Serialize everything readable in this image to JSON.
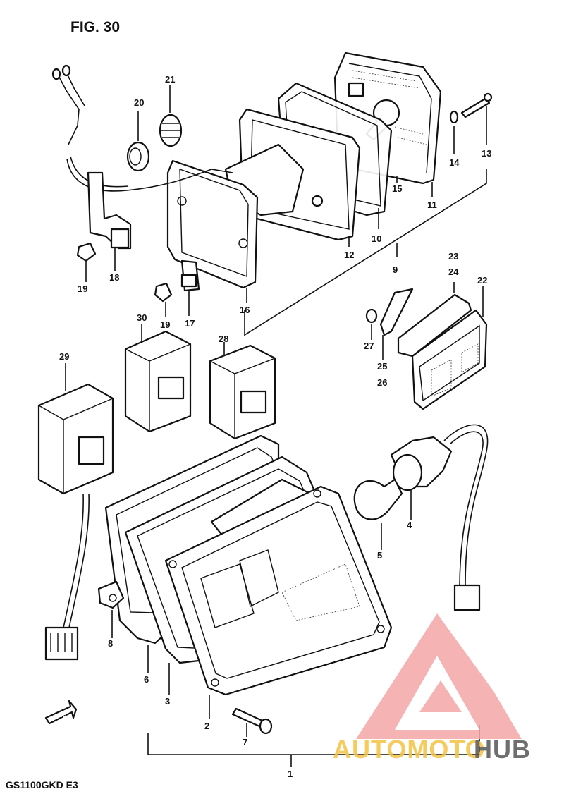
{
  "figure_title": "FIG. 30",
  "model_code": "GS1100GKD  E3",
  "watermark": {
    "text_part1": "AUTOMOTO",
    "text_part2": "HUB",
    "color_primary": "#f4a6a6",
    "color_text1": "#f5c242",
    "color_text2": "#555555"
  },
  "callouts": {
    "c1": "1",
    "c2": "2",
    "c3": "3",
    "c4": "4",
    "c5": "5",
    "c6": "6",
    "c7": "7",
    "c8": "8",
    "c9": "9",
    "c10": "10",
    "c11": "11",
    "c12": "12",
    "c13": "13",
    "c14": "14",
    "c15": "15",
    "c16": "16",
    "c17": "17",
    "c18": "18",
    "c19a": "19",
    "c19b": "19",
    "c20": "20",
    "c21": "21",
    "c22": "22",
    "c23": "23",
    "c24": "24",
    "c25": "25",
    "c26": "26",
    "c27": "27",
    "c28": "28",
    "c29": "29",
    "c30": "30"
  },
  "fwd_arrow_text": "FWD"
}
